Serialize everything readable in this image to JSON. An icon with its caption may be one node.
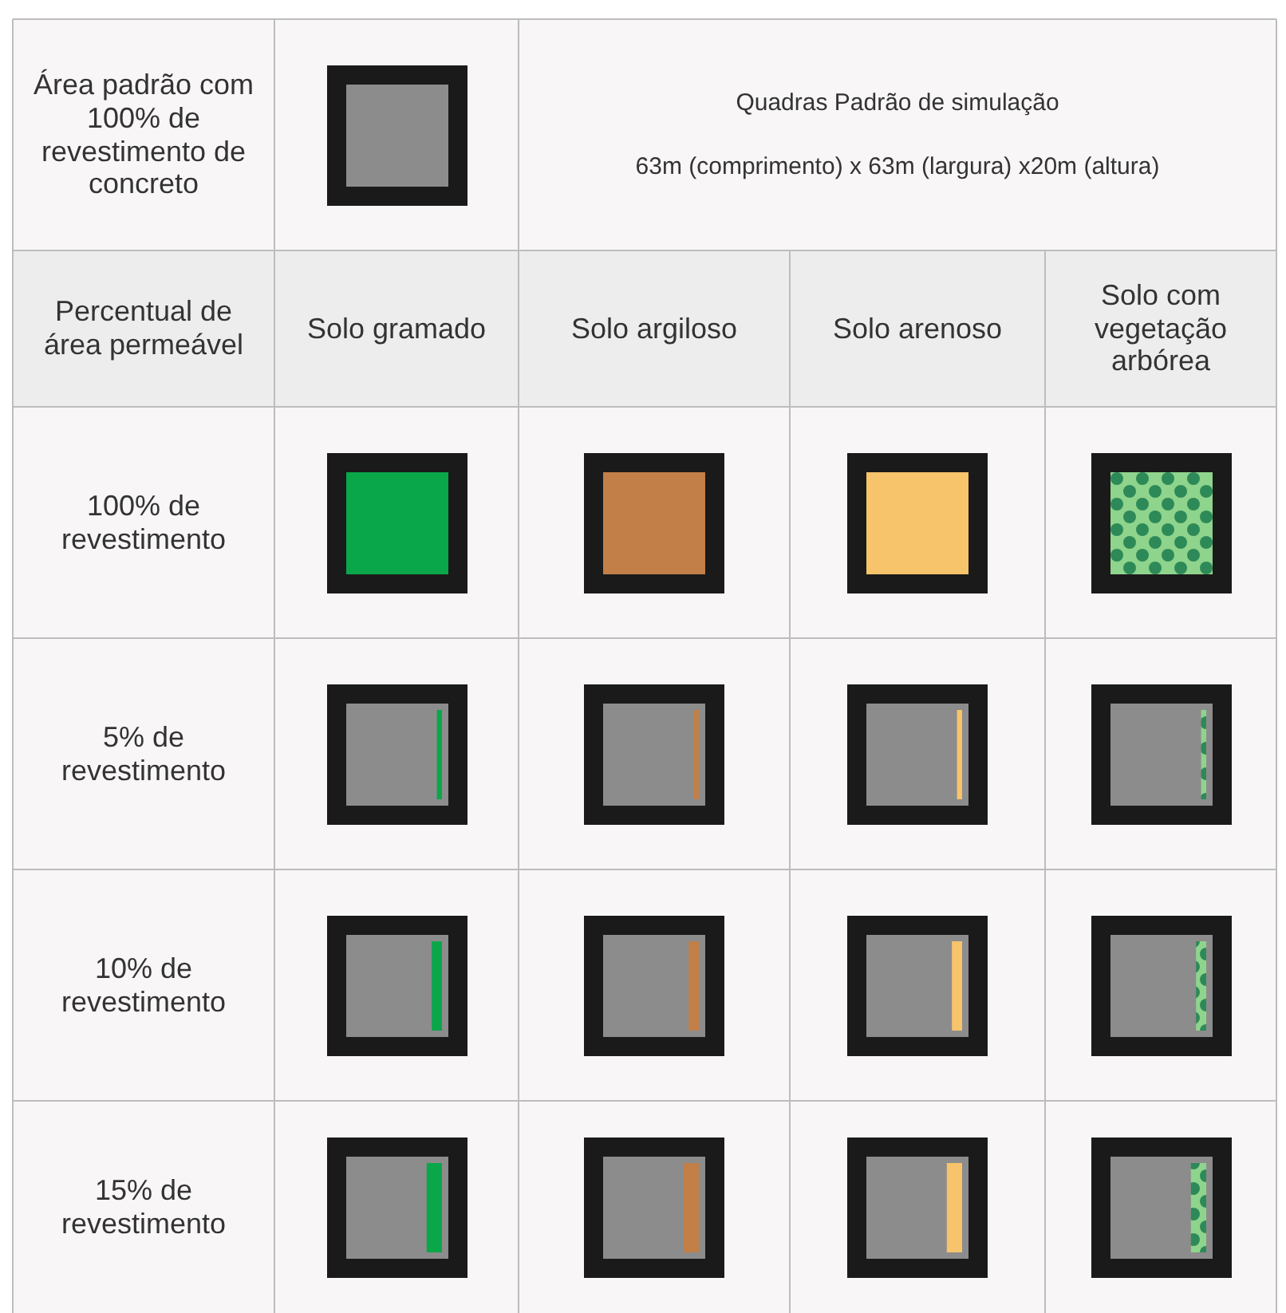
{
  "diagram": {
    "labels": [
      "Área padrão com 100% de revestimento de concreto",
      "Quadras Padrão de simulação",
      "63m (comprimento) x 63m (largura) x20m (altura)",
      "Percentual de área permeável",
      "Solo gramado",
      "Solo argiloso",
      "Solo arenoso",
      "Solo com vegetação arbórea",
      "100% de revestimento",
      "5% de revestimento",
      "10% de revestimento",
      "15% de revestimento"
    ]
  }
}
